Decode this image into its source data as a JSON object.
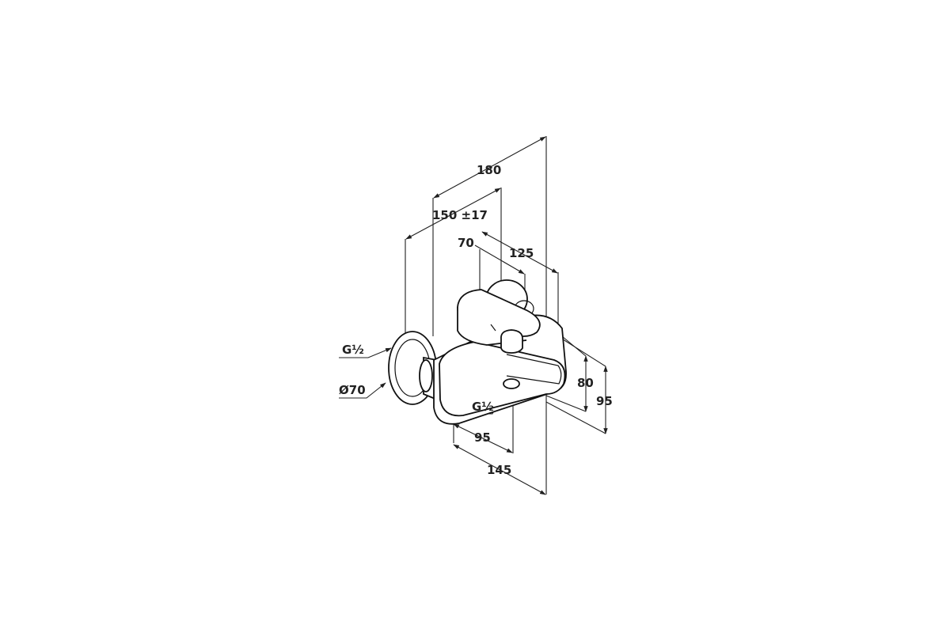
{
  "dimensions": {
    "overall_width": "180",
    "wall_span": "150 ±17",
    "handle_offset": "70",
    "body_depth": "125",
    "inlet_thread_left": "G½",
    "rosette_diameter": "Ø70",
    "outlet_thread": "G½",
    "spout_height": "80",
    "total_height": "95",
    "spout_projection": "95",
    "total_projection": "145"
  }
}
